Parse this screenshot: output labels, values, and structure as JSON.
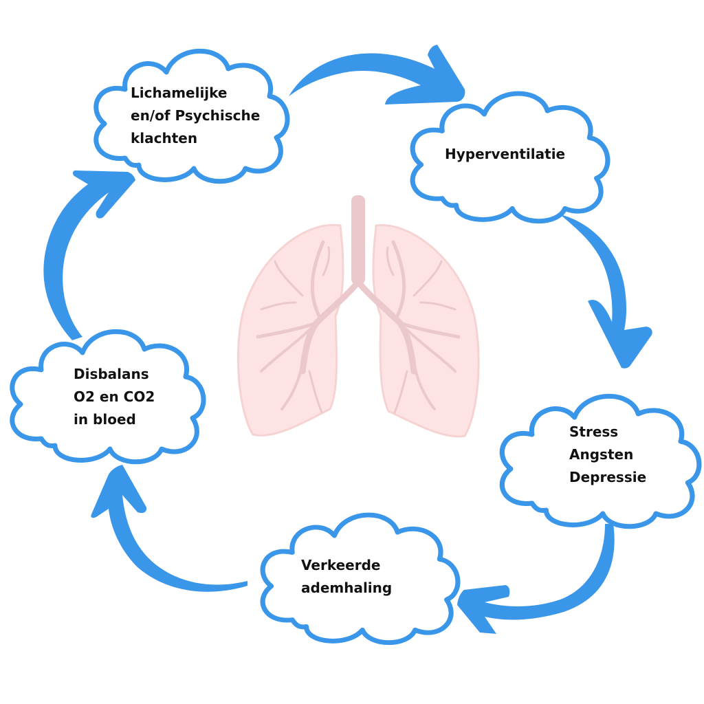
{
  "diagram": {
    "type": "cycle",
    "accent_color": "#3a96e8",
    "lung_color": "#fde3e3",
    "bronchi_color": "#ebc8cc",
    "center_icon": "lungs-icon",
    "nodes": [
      {
        "id": "complaints",
        "lines": [
          "Lichamelijke",
          "en/of Psychische",
          "klachten"
        ]
      },
      {
        "id": "hyperventilation",
        "lines": [
          "Hyperventilatie"
        ]
      },
      {
        "id": "stress",
        "lines": [
          "Stress",
          "Angsten",
          "Depressie"
        ]
      },
      {
        "id": "breathing",
        "lines": [
          "Verkeerde",
          "ademhaling"
        ]
      },
      {
        "id": "imbalance",
        "lines": [
          "Disbalans",
          "O2 en CO2",
          "in bloed"
        ]
      }
    ],
    "edges": [
      {
        "from": "complaints",
        "to": "hyperventilation"
      },
      {
        "from": "hyperventilation",
        "to": "stress"
      },
      {
        "from": "stress",
        "to": "breathing"
      },
      {
        "from": "breathing",
        "to": "imbalance"
      },
      {
        "from": "imbalance",
        "to": "complaints"
      }
    ]
  }
}
